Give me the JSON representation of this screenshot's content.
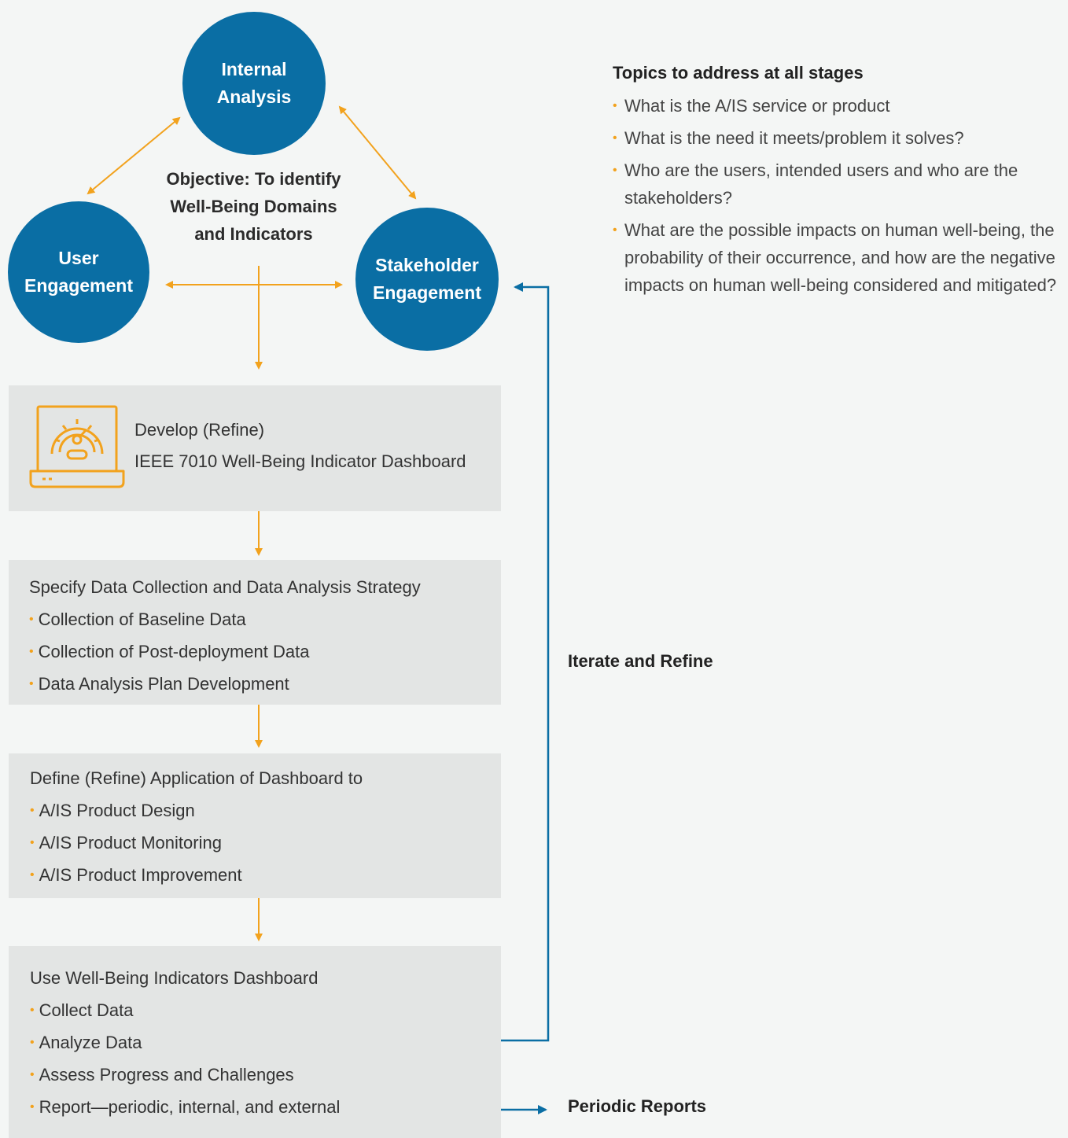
{
  "circles": {
    "internal": "Internal Analysis",
    "internal_l1": "Internal",
    "internal_l2": "Analysis",
    "user_l1": "User",
    "user_l2": "Engagement",
    "stakeholder_l1": "Stakeholder",
    "stakeholder_l2": "Engagement"
  },
  "objective": {
    "l1": "Objective: To identify",
    "l2": "Well-Being Domains",
    "l3": "and Indicators"
  },
  "topics": {
    "title": "Topics to address at all stages",
    "items": [
      "What is the A/IS service or product",
      "What is the need it meets/problem it solves?",
      "Who are the users, intended users and who are the stakeholders?",
      "What are the possible impacts on human well-being, the probability of their occurrence, and how are the negative impacts on human well-being considered and mitigated?"
    ]
  },
  "box1": {
    "line1": "Develop (Refine)",
    "line2": "IEEE 7010 Well-Being Indicator Dashboard"
  },
  "box2": {
    "title": "Specify Data Collection and Data Analysis Strategy",
    "items": [
      "Collection of Baseline Data",
      "Collection of Post-deployment Data",
      "Data Analysis Plan Development"
    ]
  },
  "box3": {
    "title": "Define (Refine) Application of Dashboard to",
    "items": [
      "A/IS Product Design",
      "A/IS Product Monitoring",
      "A/IS Product Improvement"
    ]
  },
  "box4": {
    "title": "Use Well-Being Indicators Dashboard",
    "items": [
      "Collect Data",
      "Analyze Data",
      "Assess Progress and Challenges",
      "Report—periodic, internal, and external"
    ]
  },
  "labels": {
    "iterate": "Iterate and Refine",
    "periodic": "Periodic Reports"
  },
  "colors": {
    "circle_blue": "#0a6ea4",
    "arrow_orange": "#f2a21d",
    "feedback_blue": "#0a6ea4",
    "box_gray": "#e3e5e4"
  },
  "icons": {
    "dashboard": "laptop-speedometer-icon",
    "bullet": "bullet-dot-icon"
  }
}
